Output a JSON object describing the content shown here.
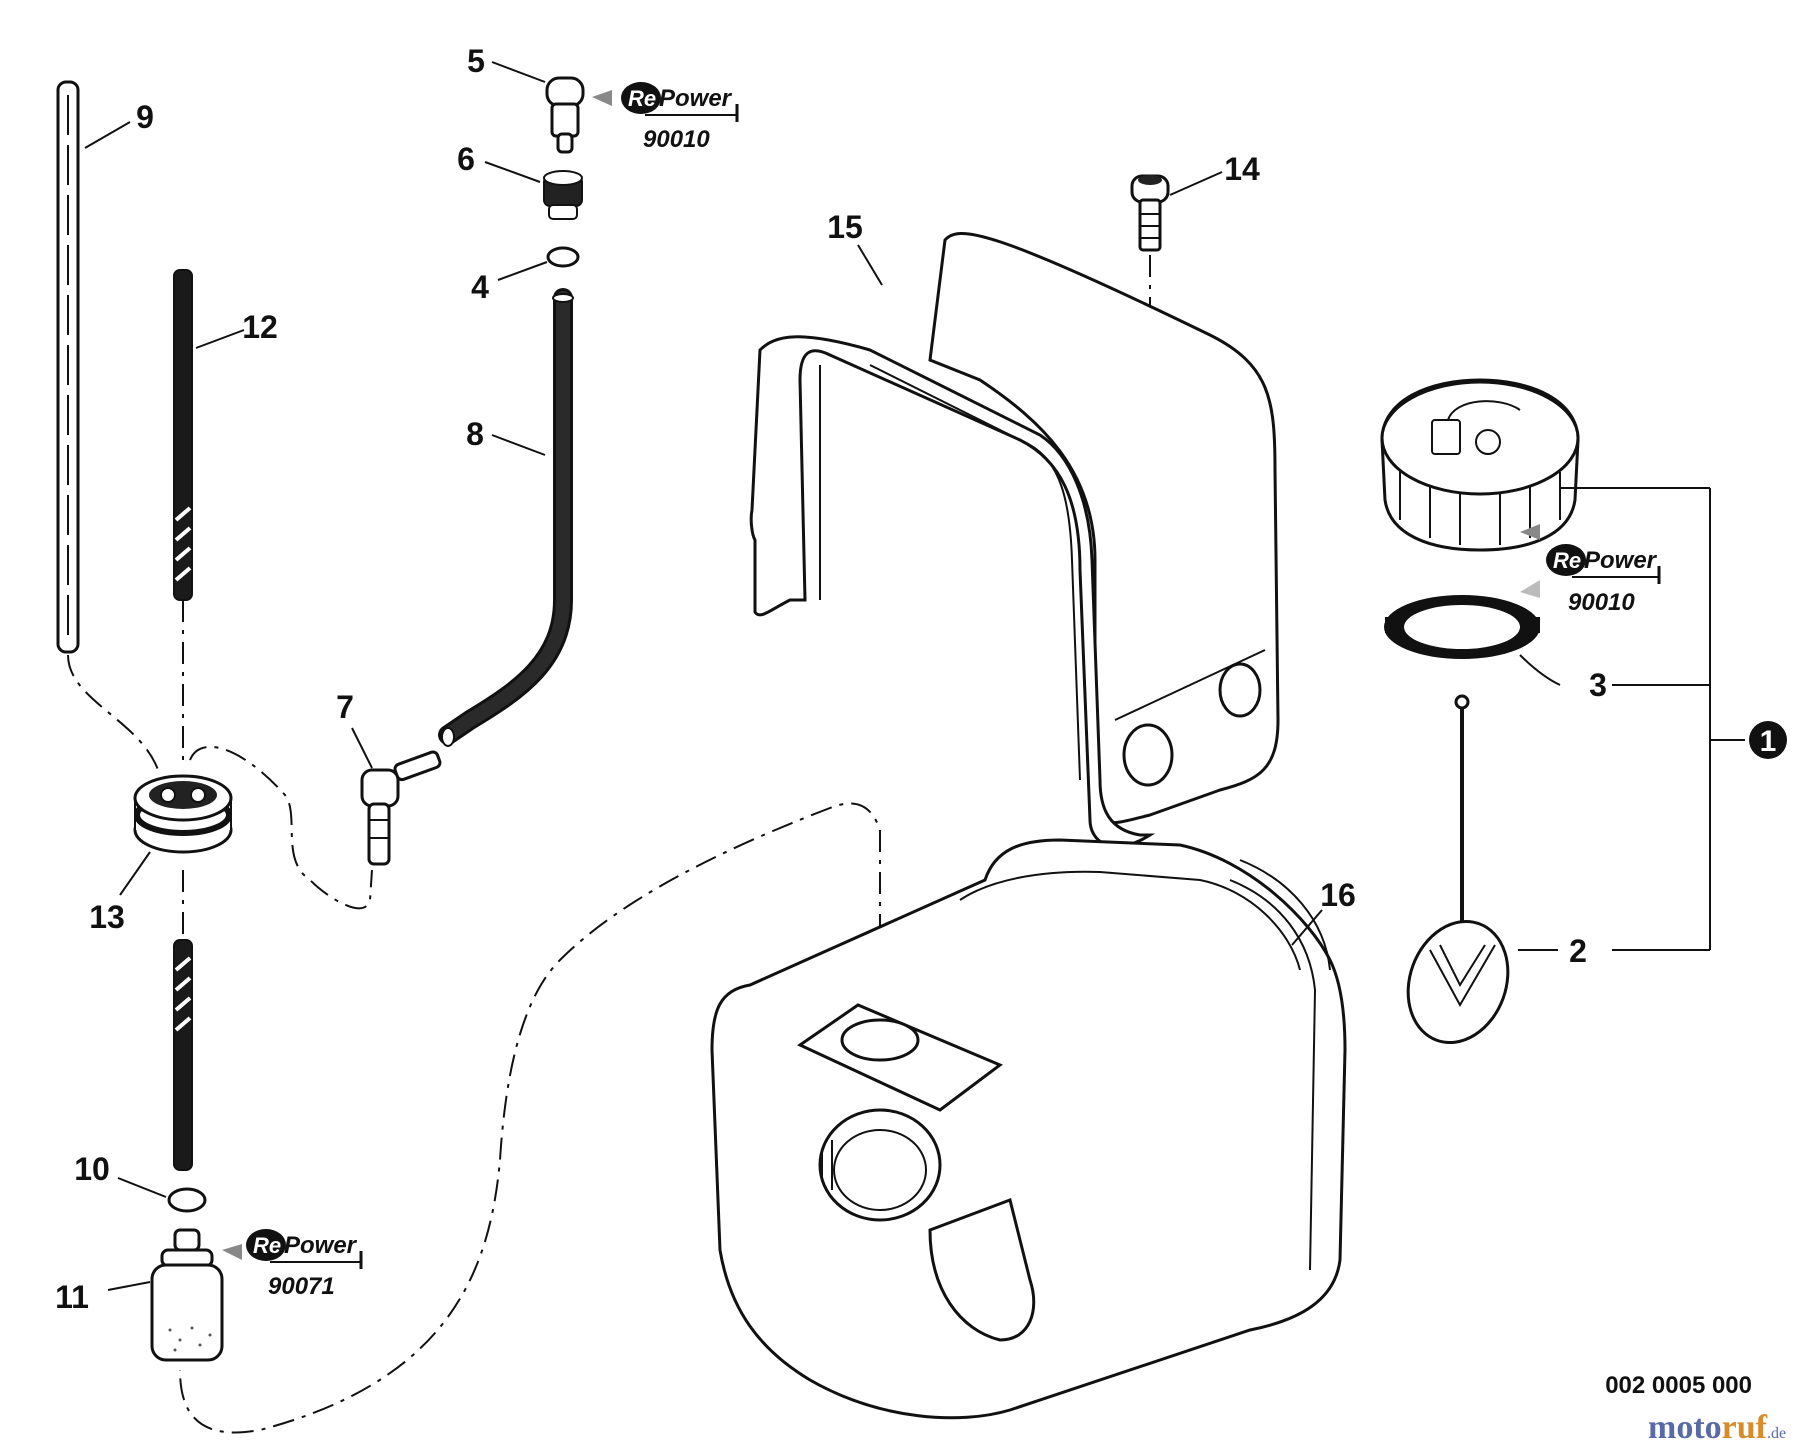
{
  "callouts": {
    "c2": "2",
    "c3": "3",
    "c4": "4",
    "c5": "5",
    "c6": "6",
    "c7": "7",
    "c8": "8",
    "c9": "9",
    "c10": "10",
    "c11": "11",
    "c12": "12",
    "c13": "13",
    "c14": "14",
    "c15": "15",
    "c16": "16"
  },
  "group_marker": "1",
  "repower": {
    "logo_re": "Re",
    "logo_power": "Power",
    "part5_code": "90010",
    "cap_code": "90010",
    "part11_code": "90071"
  },
  "drawing_ref": "002 0005 000",
  "watermark": {
    "brand_a": "moto",
    "brand_b": "ruf",
    "tld": ".de"
  },
  "colors": {
    "line": "#111111",
    "watermark_blue": "#5a6aa8",
    "watermark_orange": "#d98b2a"
  }
}
